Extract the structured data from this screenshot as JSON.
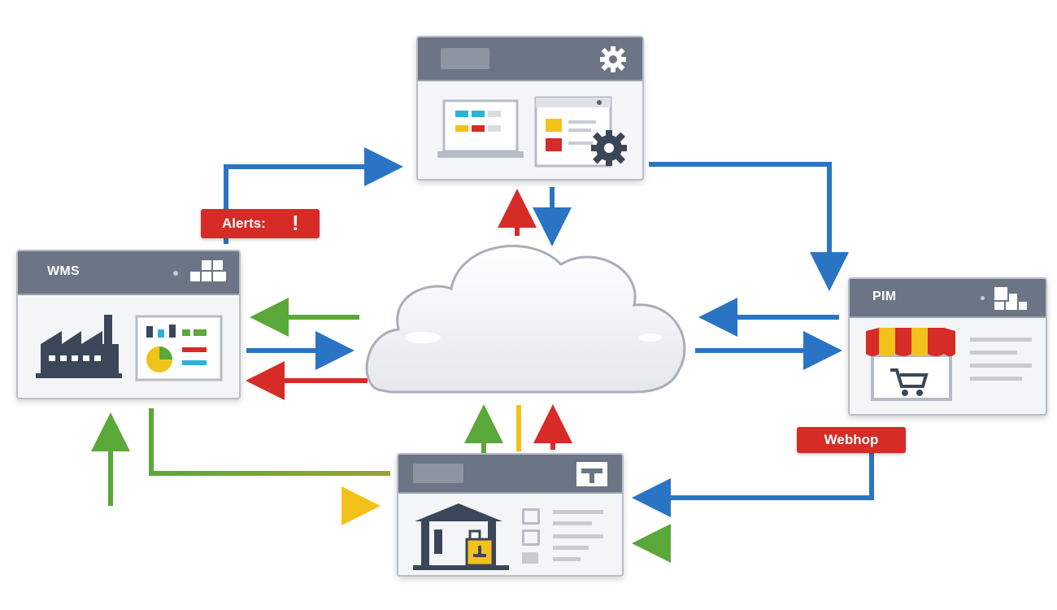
{
  "nodes": {
    "wms": {
      "title": "WMS",
      "icon": "factory-icon"
    },
    "pim": {
      "title": "PIM",
      "icon": "storefront-icon"
    },
    "admin": {
      "icon": "gear-icon"
    },
    "warehouse": {
      "icon": "warehouse-icon"
    },
    "cloud": {
      "icon": "cloud-icon"
    }
  },
  "labels": {
    "alerts": "Alerts:",
    "alerts_mark": "!",
    "webshop": "Webhop"
  },
  "colors": {
    "blue": "#2a74c4",
    "red": "#d62b27",
    "green": "#5aa83a",
    "yellow": "#f2c21b",
    "window_bar": "#6b7585",
    "dark_icon": "#3b4658"
  }
}
